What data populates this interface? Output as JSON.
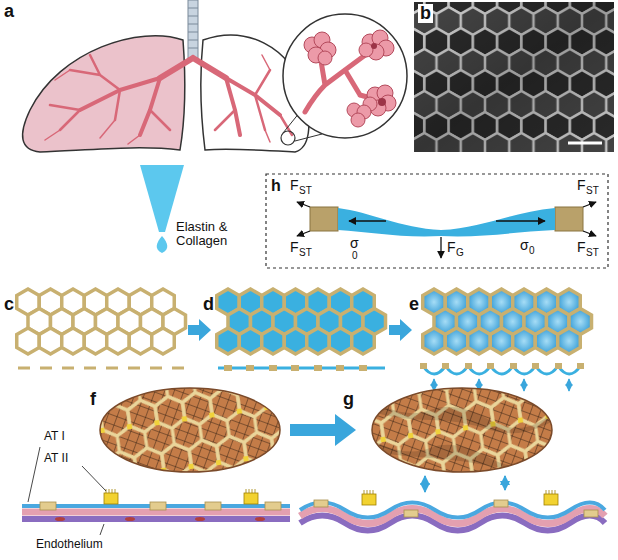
{
  "diagram": {
    "labels": [
      "a",
      "b",
      "Elastin & Collagen",
      "h",
      "F",
      "ST",
      "F",
      "ST",
      "σ",
      "0",
      "F",
      "G",
      "σ",
      "0",
      "F",
      "ST",
      "F",
      "ST",
      "c",
      "d",
      "e",
      "f",
      "AT I",
      "AT II",
      "Endothelium",
      "g"
    ]
  }
}
